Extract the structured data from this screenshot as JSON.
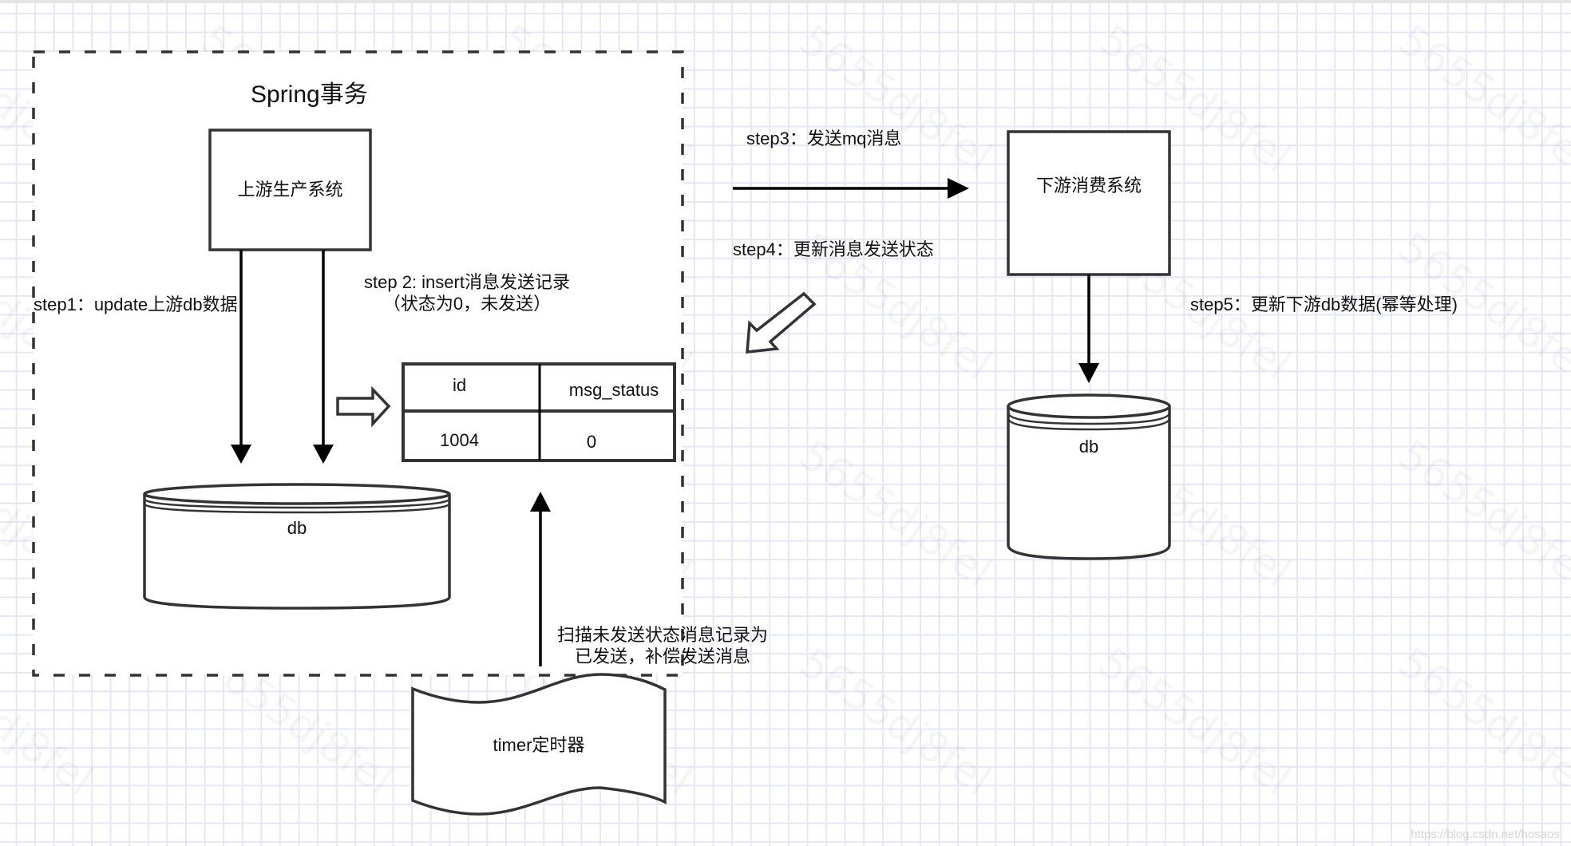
{
  "diagram": {
    "container_title": "Spring事务",
    "nodes": {
      "upstream_system": "上游生产系统",
      "upstream_db": "db",
      "downstream_system": "下游消费系统",
      "downstream_db": "db",
      "timer": "timer定时器"
    },
    "message_table": {
      "columns": [
        "id",
        "msg_status"
      ],
      "rows": [
        [
          "1004",
          "0"
        ]
      ]
    },
    "steps": {
      "step1": "step1：update上游db数据",
      "step2_line1": "step 2: insert消息发送记录",
      "step2_line2": "（状态为0，未发送）",
      "step3": "step3：发送mq消息",
      "step4": "step4：更新消息发送状态",
      "step5": "step5：更新下游db数据(幂等处理)",
      "timer_line1": "扫描未发送状态消息记录为",
      "timer_line2": "已发送，补偿发送消息"
    },
    "watermark": "5655dj8fel",
    "source_watermark": "https://blog.csdn.net/hosaos"
  }
}
